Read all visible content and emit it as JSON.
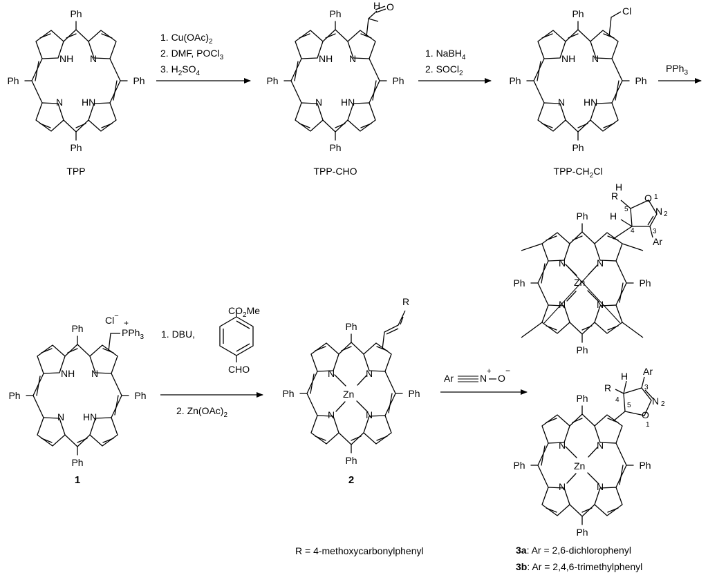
{
  "compounds": {
    "tpp": {
      "label": "TPP"
    },
    "tpp_cho": {
      "label": "TPP-CHO",
      "substituent": "O"
    },
    "tpp_ch2cl": {
      "label": "TPP-CH",
      "label_sub": "2",
      "label_tail": "Cl",
      "substituent": "Cl"
    },
    "c1": {
      "label": "1",
      "counterion": "Cl",
      "counterion_charge": "−",
      "phosphonium": "PPh",
      "phosphonium_sub": "3",
      "phosphonium_charge": "+"
    },
    "c2": {
      "label": "2",
      "substituent": "R"
    },
    "c3_upper": {
      "R": "R",
      "H1": "H",
      "H2": "H",
      "O": "O",
      "N": "N",
      "Ar": "Ar",
      "ring_numbers": [
        "1",
        "2",
        "3",
        "4",
        "5"
      ]
    },
    "c3_lower": {
      "R": "R",
      "H": "H",
      "O": "O",
      "N": "N",
      "Ar": "Ar",
      "ring_numbers": [
        "1",
        "2",
        "3",
        "4",
        "5"
      ]
    }
  },
  "porphyrin_atoms": {
    "ph": "Ph",
    "nh": "NH",
    "n": "N",
    "hn": "HN",
    "zn": "Zn"
  },
  "reagents": {
    "step1": [
      "1. Cu(OAc)",
      "2. DMF, POCl",
      "3. H",
      "SO"
    ],
    "step1_subs": [
      "2",
      "3",
      "2",
      "4"
    ],
    "step2": [
      "1. NaBH",
      "2. SOCl"
    ],
    "step2_subs": [
      "4",
      "2"
    ],
    "step3": "PPh",
    "step3_sub": "3",
    "step4_top": "1. DBU,",
    "step4_bottom": "2. Zn(OAc)",
    "step4_bottom_sub": "2",
    "aldehyde_top": "CO",
    "aldehyde_top_sub": "2",
    "aldehyde_top_tail": "Me",
    "aldehyde_bottom": "CHO",
    "nitrile_oxide": {
      "ar": "Ar",
      "n": "N",
      "n_charge": "+",
      "o": "O",
      "o_charge": "−"
    }
  },
  "notes": {
    "r_definition": "R = 4-methoxycarbonylphenyl",
    "c3a_label": "3a",
    "c3a_text": ": Ar = 2,6-dichlorophenyl",
    "c3b_label": "3b",
    "c3b_text": ": Ar = 2,4,6-trimethylphenyl"
  }
}
